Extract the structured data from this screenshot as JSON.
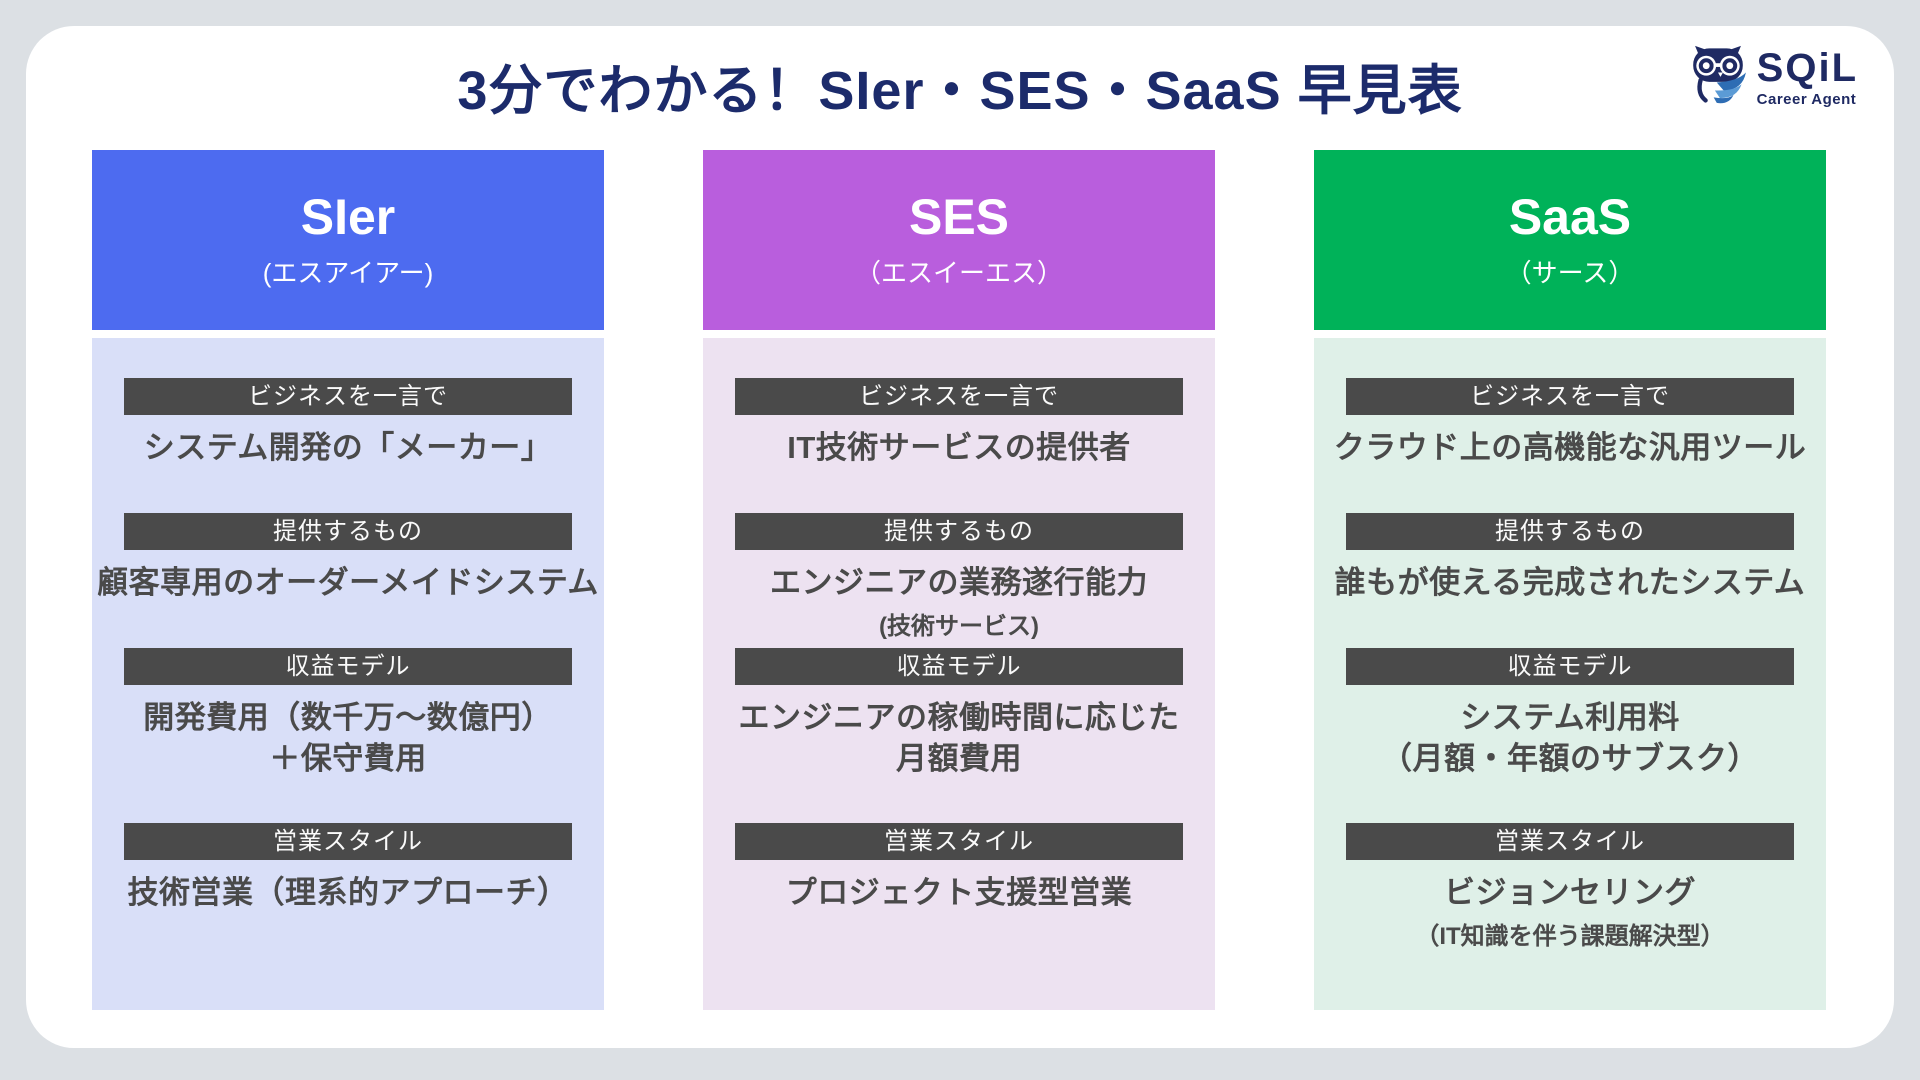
{
  "page": {
    "background_color": "#DCE0E4",
    "card_color": "#FFFFFF"
  },
  "header": {
    "title": "3分でわかる！SIer・SES・SaaS 早見表",
    "title_color": "#1C2B6B"
  },
  "logo": {
    "brand": "SQiL",
    "tagline": "Career Agent",
    "icon": "owl-icon",
    "primary_color": "#1F2A63",
    "accent_color": "#2E6DB4"
  },
  "shared": {
    "label_band_color": "#4A4A4A",
    "label_text_color": "#FFFFFF",
    "value_text_color": "#4A4A4A"
  },
  "columns": [
    {
      "id": "sier",
      "title": "SIer",
      "subtitle": "(エスアイアー)",
      "header_color": "#4D6BF0",
      "body_color": "#D9DFF8",
      "sections": [
        {
          "label": "ビジネスを一言で",
          "value": "システム開発の「メーカー」"
        },
        {
          "label": "提供するもの",
          "value": "顧客専用のオーダーメイドシステム"
        },
        {
          "label": "収益モデル",
          "value": "開発費用（数千万〜数億円）\n＋保守費用"
        },
        {
          "label": "営業スタイル",
          "value": "技術営業（理系的アプローチ）"
        }
      ]
    },
    {
      "id": "ses",
      "title": "SES",
      "subtitle": "（エスイーエス）",
      "header_color": "#B95EDD",
      "body_color": "#EDE2F1",
      "sections": [
        {
          "label": "ビジネスを一言で",
          "value": "IT技術サービスの提供者"
        },
        {
          "label": "提供するもの",
          "value": "エンジニアの業務遂行能力",
          "note": "(技術サービス)"
        },
        {
          "label": "収益モデル",
          "value": "エンジニアの稼働時間に応じた\n月額費用"
        },
        {
          "label": "営業スタイル",
          "value": "プロジェクト支援型営業"
        }
      ]
    },
    {
      "id": "saas",
      "title": "SaaS",
      "subtitle": "（サース）",
      "header_color": "#00B259",
      "body_color": "#DFF0E8",
      "sections": [
        {
          "label": "ビジネスを一言で",
          "value": "クラウド上の高機能な汎用ツール"
        },
        {
          "label": "提供するもの",
          "value": "誰もが使える完成されたシステム"
        },
        {
          "label": "収益モデル",
          "value": "システム利用料\n（月額・年額のサブスク）"
        },
        {
          "label": "営業スタイル",
          "value": "ビジョンセリング",
          "note": "（IT知識を伴う課題解決型）"
        }
      ]
    }
  ]
}
